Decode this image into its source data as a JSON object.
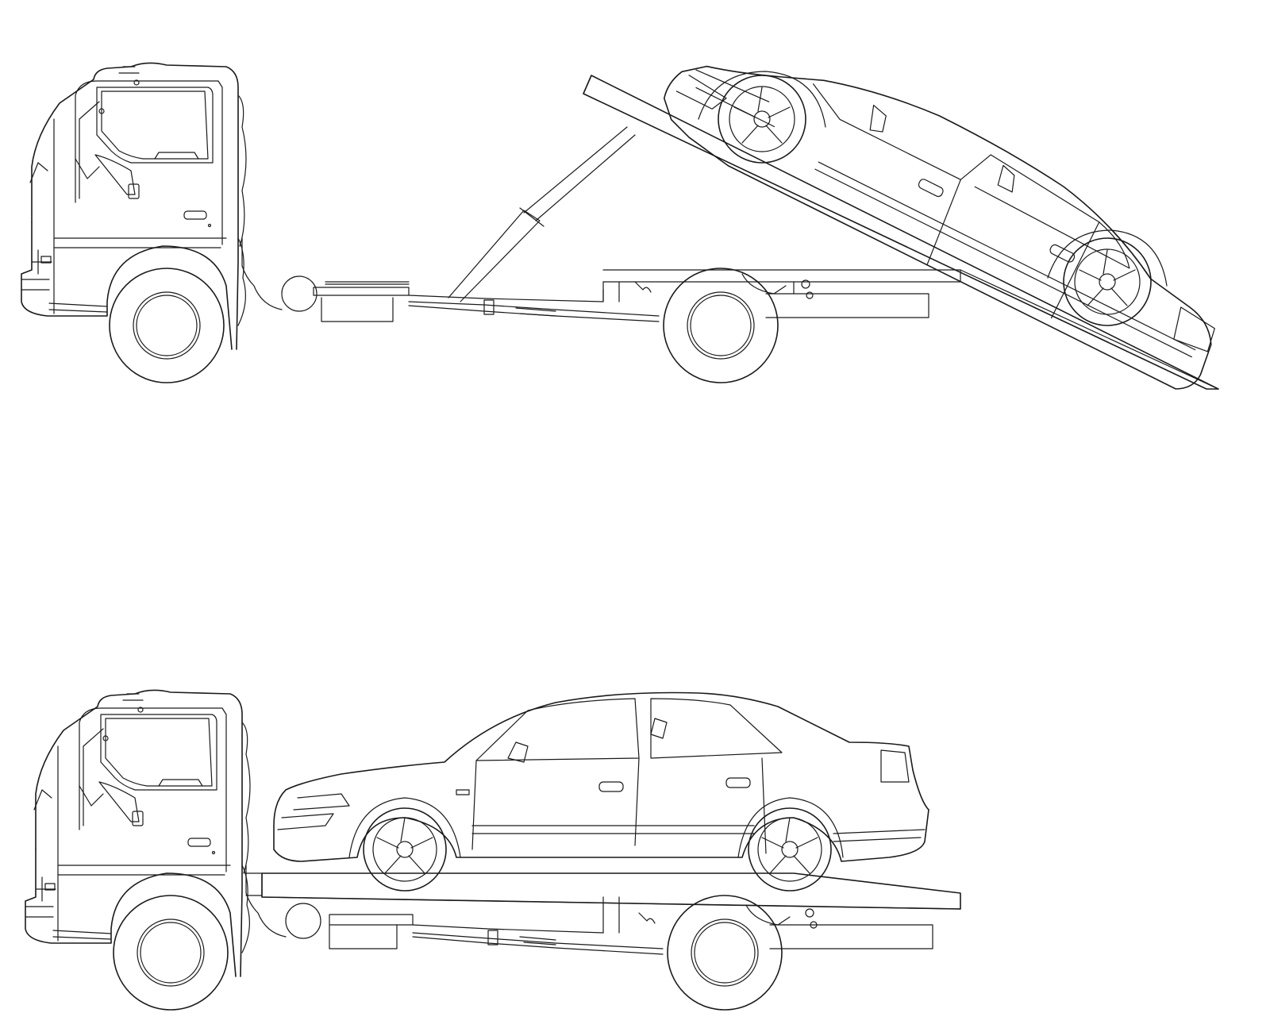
{
  "drawing": {
    "style": "line-art",
    "stroke_color": "#1a1a1a",
    "background_color": "#ffffff",
    "scenes": [
      {
        "id": "loading",
        "state": "bed tilted, car driving up the ramp"
      },
      {
        "id": "transport",
        "state": "bed level, car loaded on the flatbed"
      }
    ]
  }
}
